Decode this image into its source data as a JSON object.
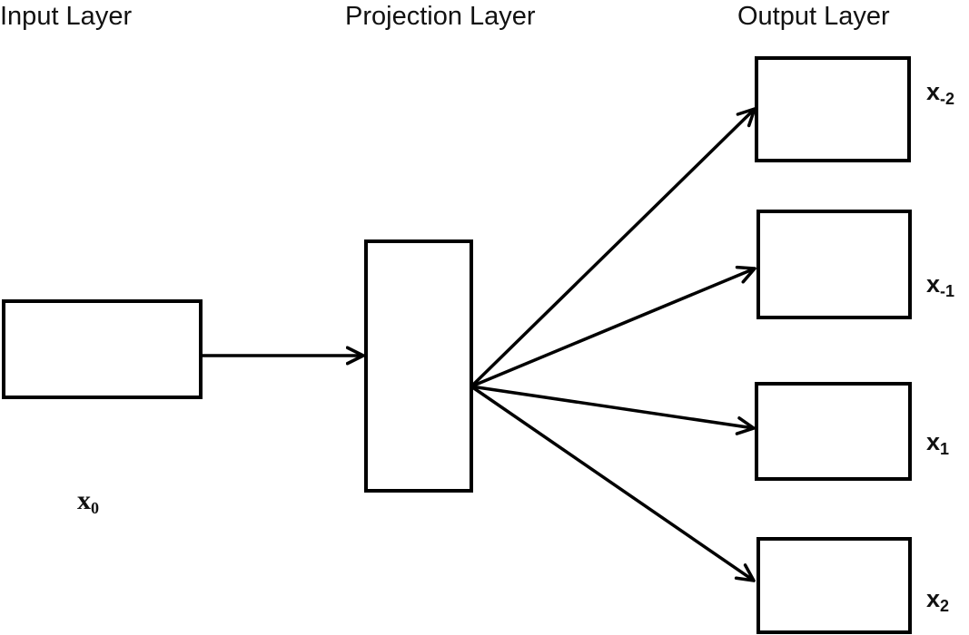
{
  "titles": {
    "input": "Input Layer",
    "projection": "Projection Layer",
    "output": "Output Layer"
  },
  "input_label": {
    "base": "x",
    "sub": "0"
  },
  "output_labels": [
    {
      "base": "x",
      "sub": "-2"
    },
    {
      "base": "x",
      "sub": "-1"
    },
    {
      "base": "x",
      "sub": "1"
    },
    {
      "base": "x",
      "sub": "2"
    }
  ],
  "colors": {
    "stroke": "#000000",
    "background": "#ffffff"
  }
}
